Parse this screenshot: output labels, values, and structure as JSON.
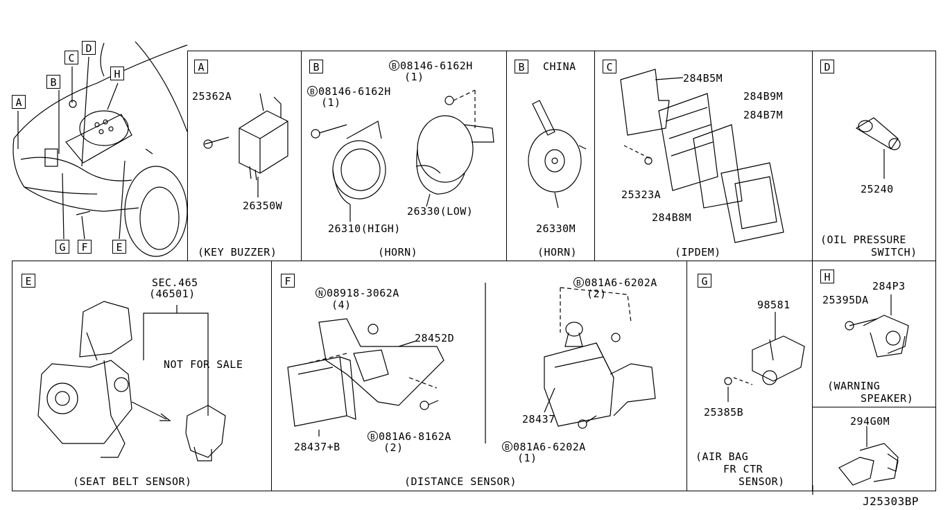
{
  "overview": {
    "labels": [
      "A",
      "B",
      "C",
      "D",
      "H",
      "G",
      "F",
      "E"
    ]
  },
  "panels": {
    "A": {
      "letter": "A",
      "parts": [
        "25362A",
        "26350W"
      ],
      "caption": "(KEY BUZZER)"
    },
    "B1": {
      "letter": "B",
      "bolt1_mark": "B",
      "bolt1": "08146-6162H",
      "bolt1_qty": "(1)",
      "bolt2_mark": "B",
      "bolt2": "08146-6162H",
      "bolt2_qty": "(1)",
      "high": "26310(HIGH)",
      "low": "26330(LOW)",
      "caption": "(HORN)"
    },
    "B2": {
      "letter": "B",
      "region": "CHINA",
      "part": "26330M",
      "caption": "(HORN)"
    },
    "C": {
      "letter": "C",
      "parts": [
        "284B5M",
        "284B9M",
        "284B7M",
        "25323A",
        "284B8M"
      ],
      "caption": "(IPDEM)"
    },
    "D": {
      "letter": "D",
      "part": "25240",
      "caption1": "(OIL PRESSURE",
      "caption2": "SWITCH)"
    },
    "E": {
      "letter": "E",
      "sec": "SEC.465",
      "sec_sub": "(46501)",
      "nfs": "NOT FOR SALE",
      "caption": "(SEAT BELT SENSOR)"
    },
    "F": {
      "letter": "F",
      "nut_mark": "N",
      "nut": "08918-3062A",
      "nut_qty": "(4)",
      "p1": "28452D",
      "p2": "28437+B",
      "bolt_a_mark": "B",
      "bolt_a": "081A6-8162A",
      "bolt_a_qty": "(2)",
      "bolt_b_mark": "B",
      "bolt_b": "081A6-6202A",
      "bolt_b_qty": "(2)",
      "p3": "28437",
      "bolt_c_mark": "B",
      "bolt_c": "081A6-6202A",
      "bolt_c_qty": "(1)",
      "caption": "(DISTANCE SENSOR)"
    },
    "G": {
      "letter": "G",
      "p1": "98581",
      "p2": "25385B",
      "caption1": "(AIR BAG",
      "caption2": "FR CTR",
      "caption3": "SENSOR)"
    },
    "H": {
      "letter": "H",
      "p1": "284P3",
      "p2": "25395DA",
      "caption1": "(WARNING",
      "caption2": "SPEAKER)"
    },
    "X": {
      "part": "294G0M"
    }
  },
  "diagram_id": "J25303BP"
}
